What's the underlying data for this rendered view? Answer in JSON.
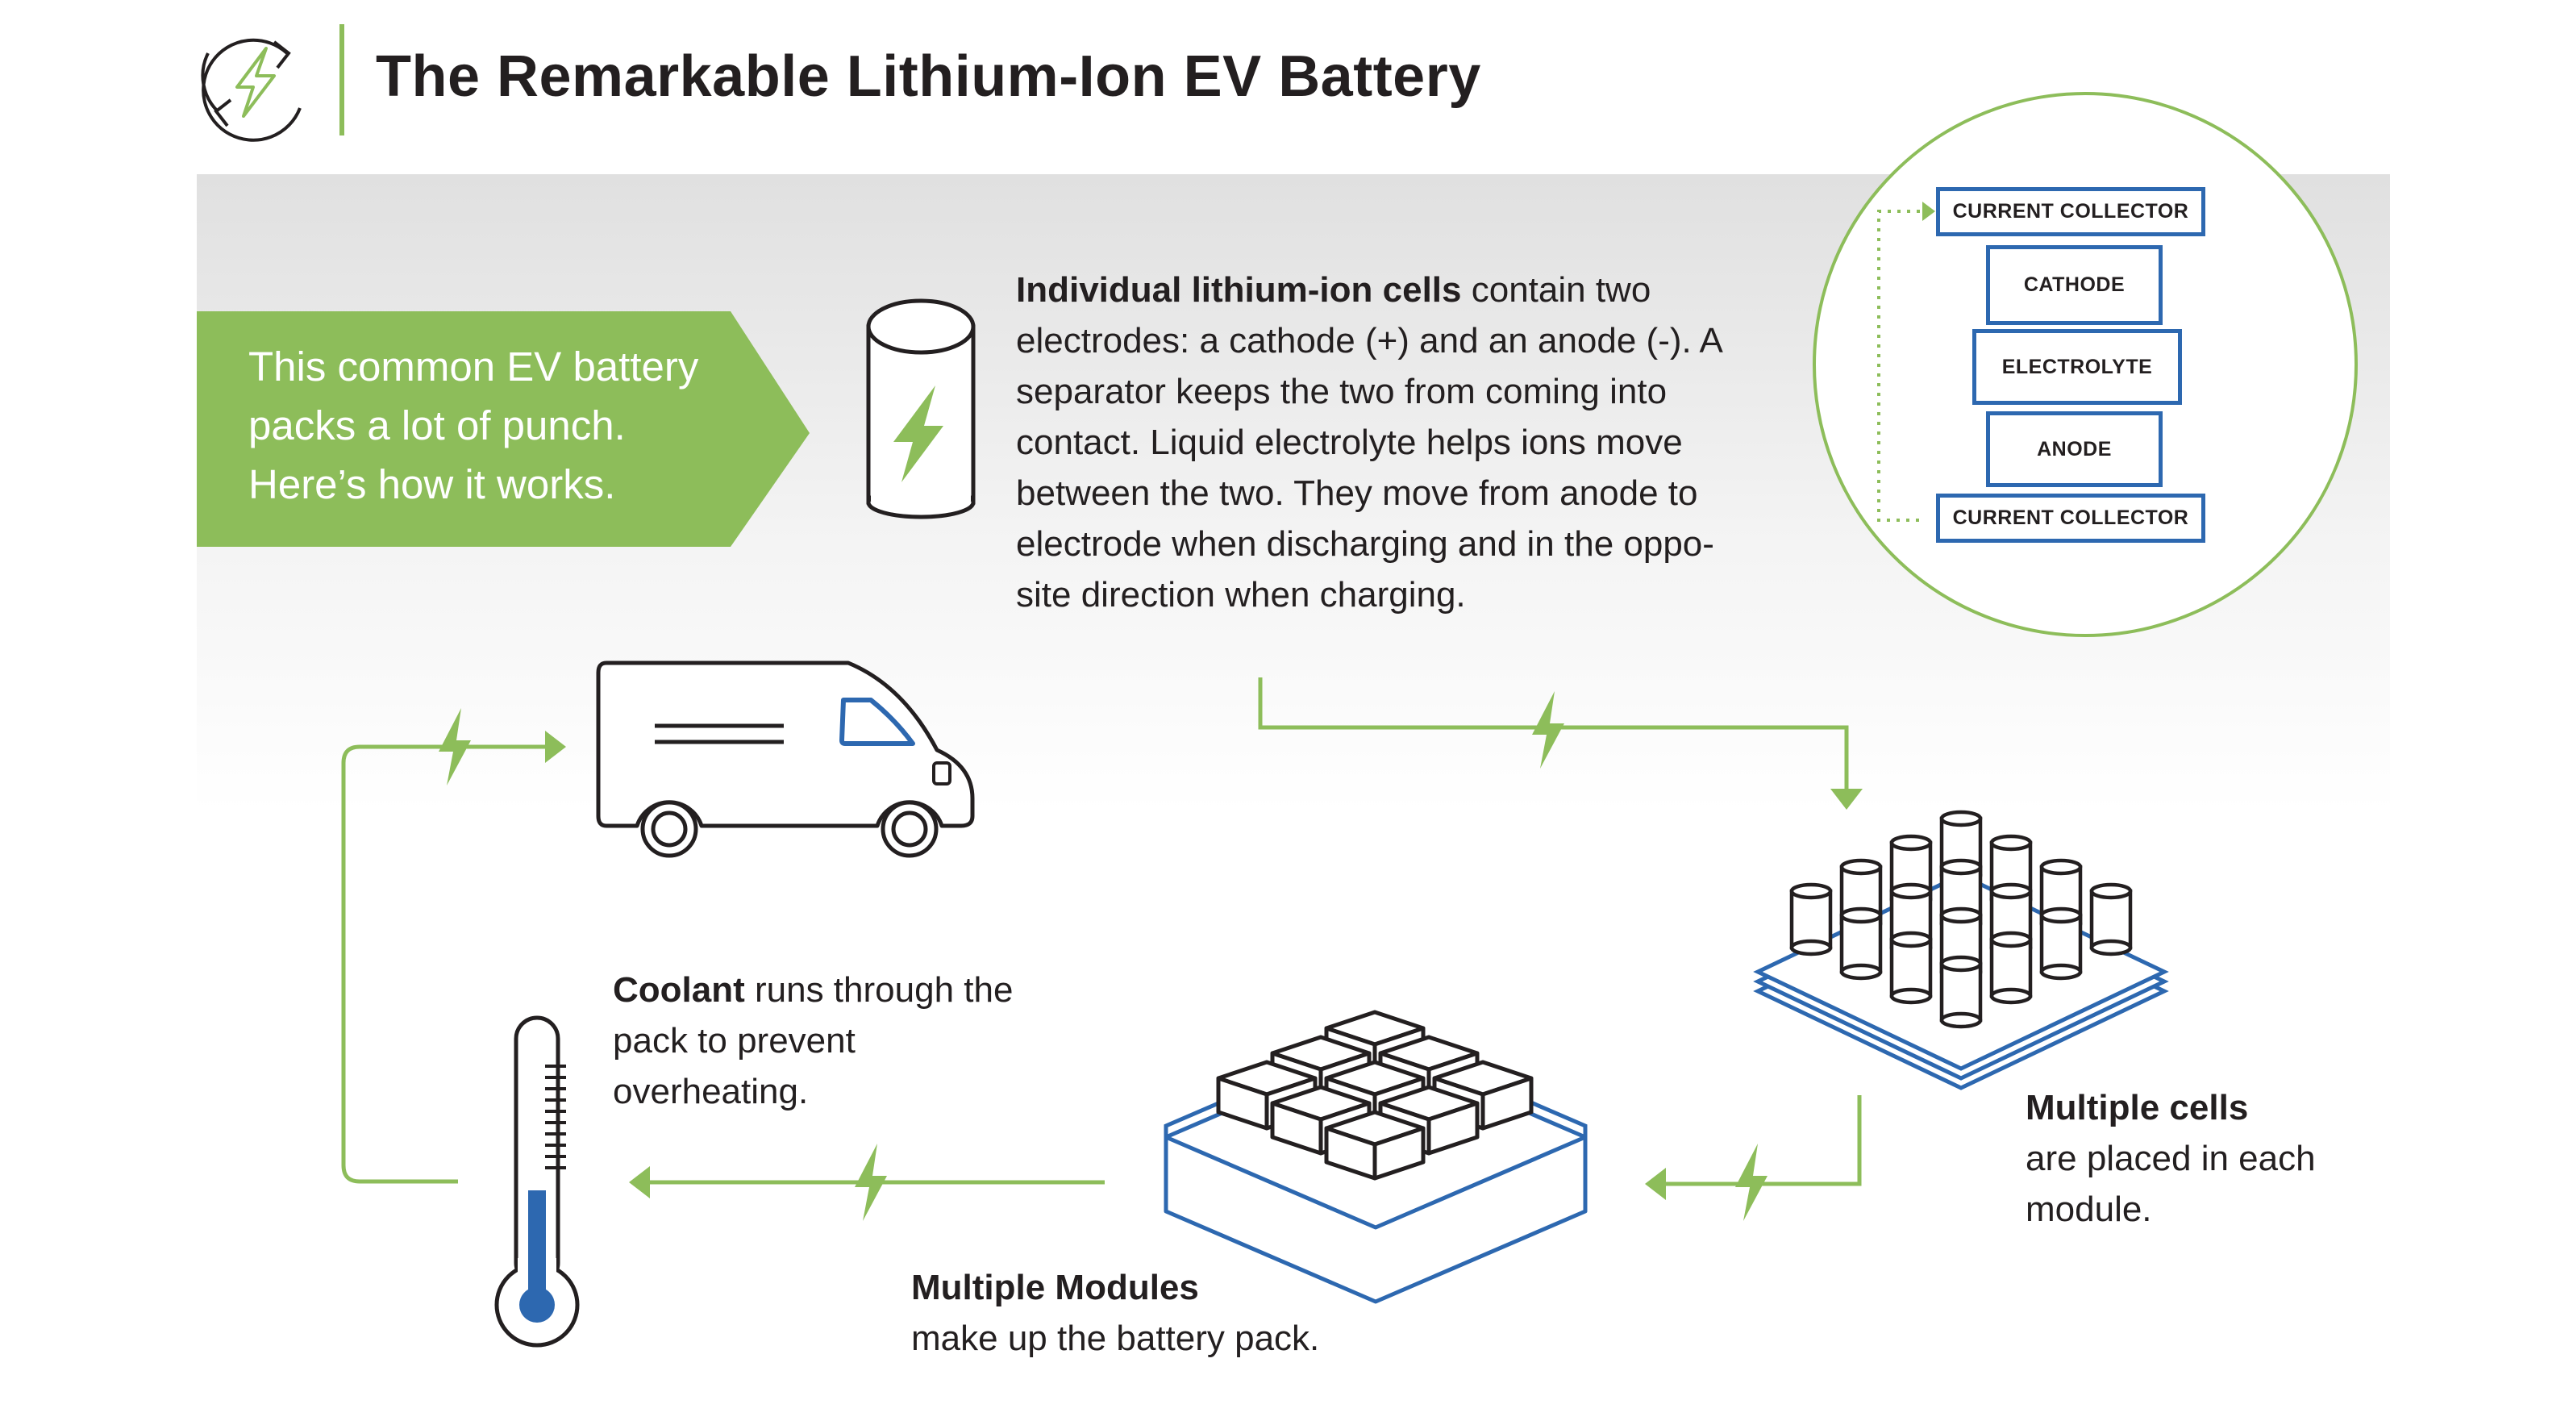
{
  "title": "The Remarkable Lithium-Ion EV Battery",
  "intro": {
    "line1": "This common EV battery",
    "line2": "packs a lot of punch.",
    "line3": "Here’s how it works."
  },
  "cells": {
    "bold": "Individual lithium-ion cells",
    "text": " contain two electrodes: a cathode (+) and an anode (-). A separator keeps the two from coming into contact. Liquid electrolyte helps ions move between the two. They move from anode to electrode when discharging and in the oppo-site direction when charging."
  },
  "layers": {
    "current_collector_top": "CURRENT COLLECTOR",
    "cathode": "CATHODE",
    "electrolyte": "ELECTROLYTE",
    "anode": "ANODE",
    "current_collector_bottom": "CURRENT COLLECTOR"
  },
  "coolant": {
    "bold": "Coolant",
    "text": " runs through the pack to prevent overheating."
  },
  "modules": {
    "bold": "Multiple Modules",
    "text": "make up the battery pack."
  },
  "multiple_cells": {
    "bold": "Multiple cells",
    "text": "are placed in each module."
  },
  "colors": {
    "green": "#8dbd5a",
    "blue": "#2d68b0",
    "dark": "#231f20",
    "gray_band_top": "#e2e2e2"
  },
  "icons": [
    "recycle-bolt-icon",
    "battery-cell-icon",
    "van-icon",
    "thermometer-icon",
    "module-icon",
    "battery-pack-icon",
    "bolt-icon"
  ]
}
